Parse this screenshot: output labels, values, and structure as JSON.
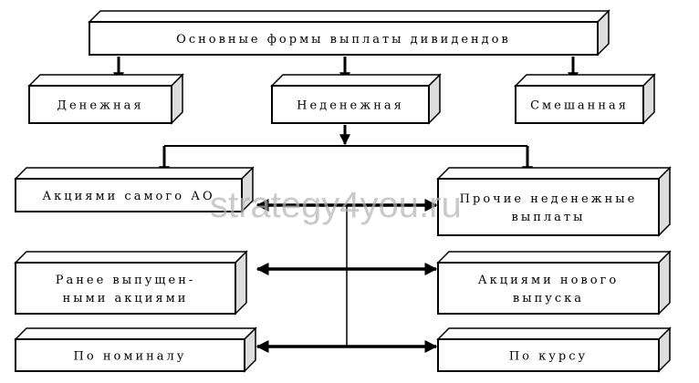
{
  "title": "Основные формы выплаты дивидендов",
  "level1": [
    "Денежная",
    "Неденежная",
    "Смешанная"
  ],
  "left": [
    [
      "Акциями самого АО"
    ],
    [
      "Ранее выпущен-",
      "ными акциями"
    ],
    [
      "По номиналу"
    ]
  ],
  "right": [
    [
      "Прочие неденежные",
      "выплаты"
    ],
    [
      "Акциями нового",
      "выпуска"
    ],
    [
      "По курсу"
    ]
  ],
  "watermark": "strategy4you.ru"
}
